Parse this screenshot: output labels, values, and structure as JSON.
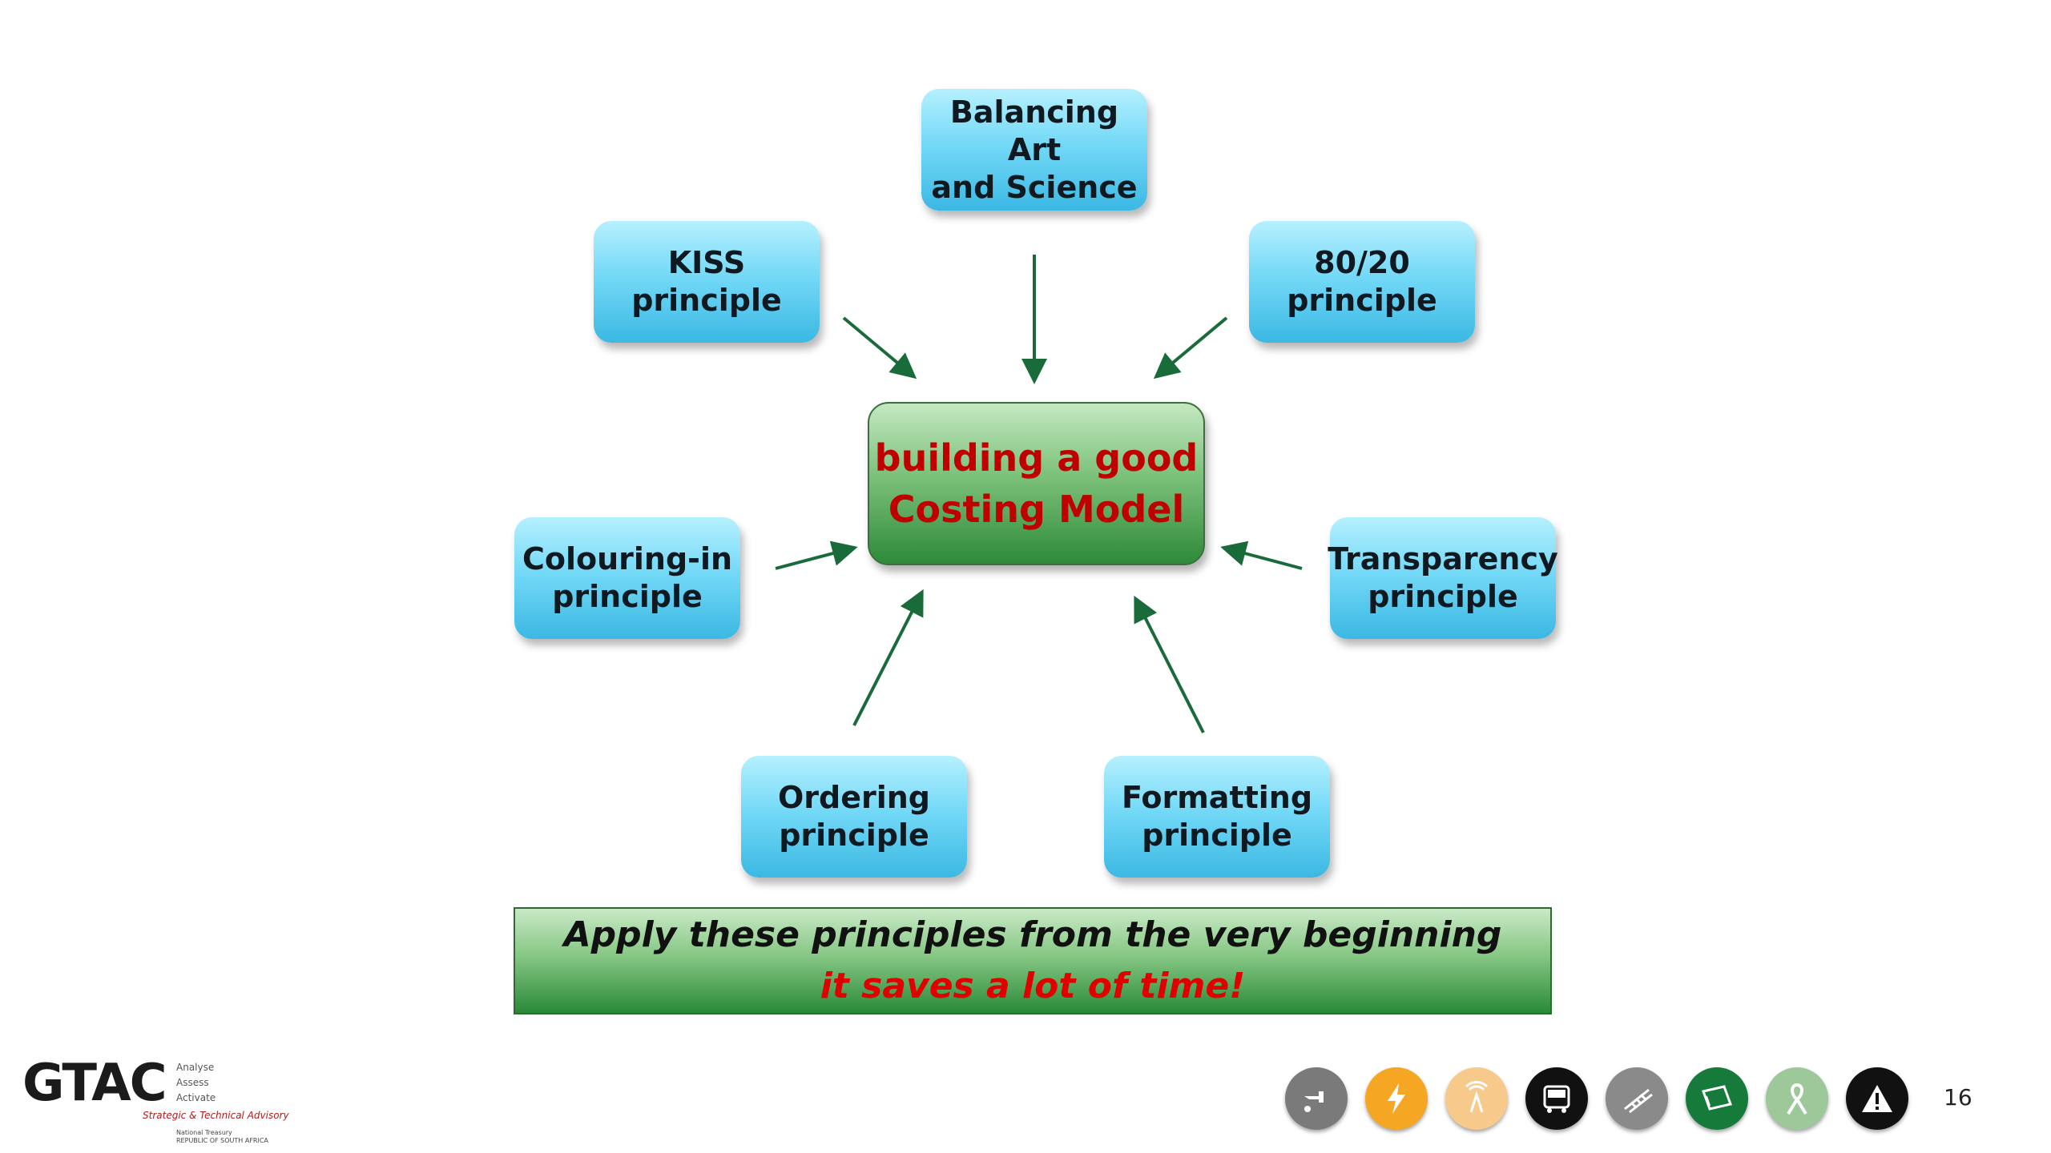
{
  "diagram": {
    "nodes": [
      {
        "id": "balancing",
        "lines": [
          "Balancing Art",
          "and Science"
        ]
      },
      {
        "id": "kiss",
        "lines": [
          "KISS",
          "principle"
        ]
      },
      {
        "id": "eighty-twenty",
        "lines": [
          "80/20",
          "principle"
        ]
      },
      {
        "id": "colouring",
        "lines": [
          "Colouring-in",
          "principle"
        ]
      },
      {
        "id": "transparency",
        "lines": [
          "Transparency",
          "principle"
        ]
      },
      {
        "id": "ordering",
        "lines": [
          "Ordering",
          "principle"
        ]
      },
      {
        "id": "formatting",
        "lines": [
          "Formatting",
          "principle"
        ]
      }
    ],
    "center": {
      "lines": [
        "building a good",
        "Costing Model"
      ]
    },
    "edges": [
      {
        "from": "balancing",
        "to": "center"
      },
      {
        "from": "kiss",
        "to": "center"
      },
      {
        "from": "eighty-twenty",
        "to": "center"
      },
      {
        "from": "colouring",
        "to": "center"
      },
      {
        "from": "transparency",
        "to": "center"
      },
      {
        "from": "ordering",
        "to": "center"
      },
      {
        "from": "formatting",
        "to": "center"
      }
    ]
  },
  "banner": {
    "line1": "Apply these principles from the very beginning",
    "line2": "it saves a lot of time!"
  },
  "footer": {
    "logo": {
      "text": "GTAC",
      "taglines": [
        "Analyse",
        "Assess",
        "Activate"
      ],
      "subtitle": "Strategic & Technical Advisory",
      "org": [
        "National Treasury",
        "REPUBLIC OF SOUTH AFRICA"
      ]
    },
    "icons": [
      {
        "name": "water-tap-icon",
        "color": "#7a7a7a"
      },
      {
        "name": "electricity-icon",
        "color": "#f5a623"
      },
      {
        "name": "communications-icon",
        "color": "#f7c98a"
      },
      {
        "name": "bus-icon",
        "color": "#111111"
      },
      {
        "name": "rail-icon",
        "color": "#8a8a8a"
      },
      {
        "name": "education-book-icon",
        "color": "#157a3a"
      },
      {
        "name": "health-ribbon-icon",
        "color": "#9cc89a"
      },
      {
        "name": "warning-icon",
        "color": "#111111"
      }
    ],
    "page_number": "16"
  },
  "colors": {
    "box_top": "#b6f0fe",
    "box_bottom": "#3bb8e3",
    "center_text": "#c00000",
    "arrow": "#1a6b3a",
    "banner_highlight": "#e00000"
  }
}
